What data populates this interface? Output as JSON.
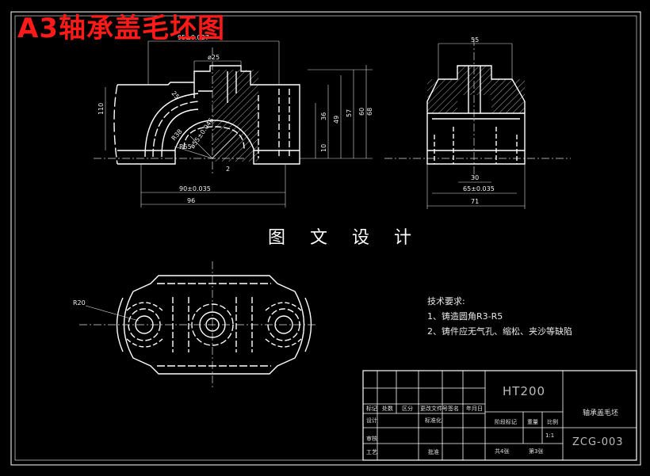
{
  "title": "A3轴承盖毛坯图",
  "heading": "图 文 设 计",
  "notes": {
    "header": "技术要求:",
    "items": [
      "1、铸造圆角R3-R5",
      "2、铸件应无气孔、缩松、夹沙等缺陷"
    ]
  },
  "dimensions": {
    "front": {
      "top_width": "95±0.027",
      "bore_dia": "ø25",
      "h110": "110",
      "h36": "36",
      "h49": "49",
      "h57": "57",
      "h60": "60",
      "h68": "68",
      "h10": "10",
      "r55": "R55",
      "r38": "R38",
      "r25": "25",
      "bore_main": "ø55±0.046",
      "two": "2",
      "w90": "90±0.035",
      "w96": "96"
    },
    "side": {
      "top_width": "55",
      "w30": "30",
      "w65": "65±0.035",
      "w71": "71"
    },
    "plan": {
      "r20": "R20"
    }
  },
  "title_block": {
    "material": "HT200",
    "part_name": "轴承盖毛坯",
    "drawing_no": "ZCG-003",
    "scale": "1:1",
    "headers": [
      "标记",
      "处数",
      "区分",
      "更改文件号",
      "签名",
      "年月日"
    ],
    "row_design": "设计",
    "row_standard": "标准化",
    "row_review": "审核",
    "row_process": "工艺",
    "row_approve": "批准",
    "stage_mark": "阶段标记",
    "weight": "重量",
    "ratio": "比例",
    "sheets_total": "共4张",
    "sheet_no": "第3张"
  },
  "colors": {
    "background": "#000000",
    "lines": "#ffffff",
    "title": "#ff1a1a"
  }
}
